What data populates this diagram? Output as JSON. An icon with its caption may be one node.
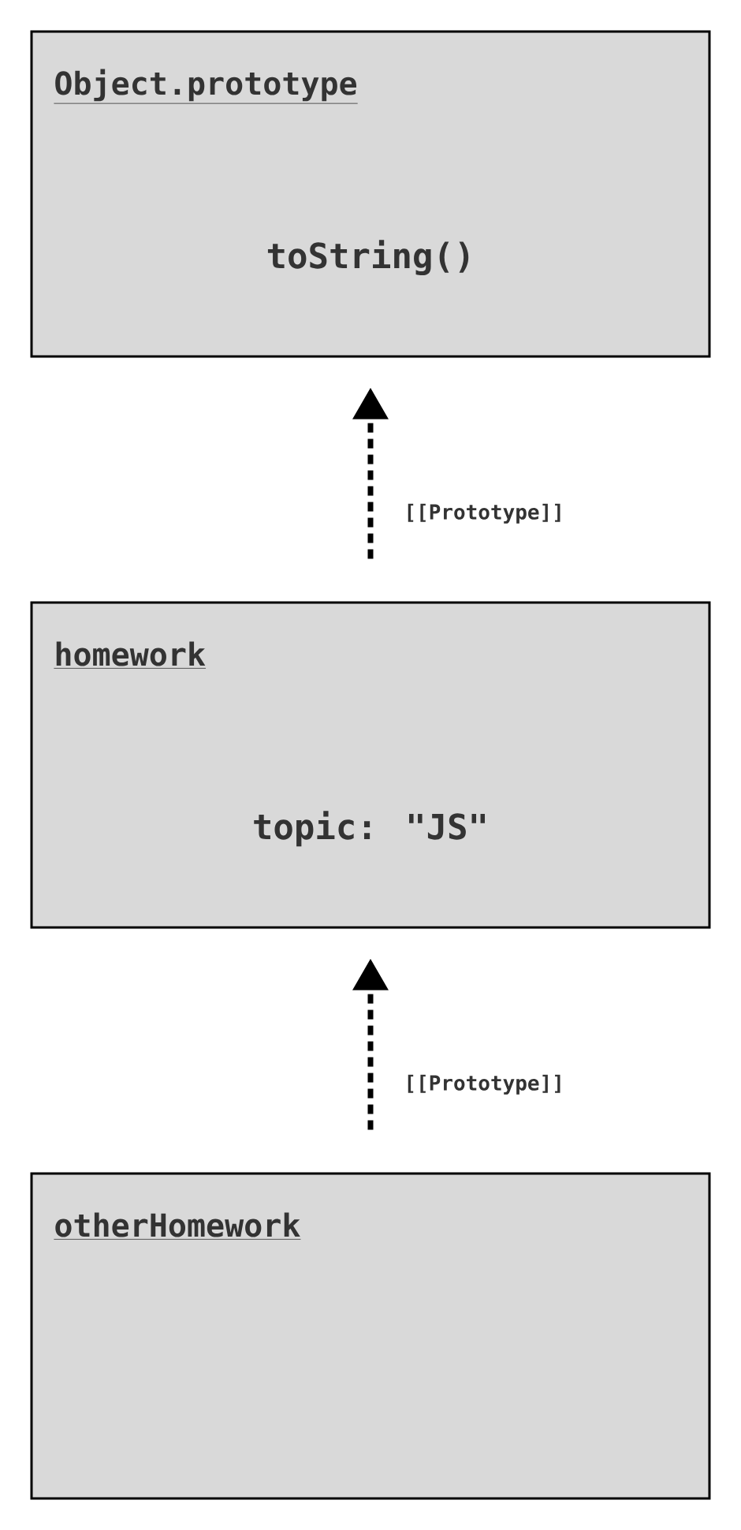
{
  "diagram": {
    "nodes": [
      {
        "text": [
          "Object.prototype",
          "toString()"
        ]
      },
      {
        "text": [
          "homework",
          "topic: \"JS\""
        ]
      },
      {
        "text": [
          "otherHomework"
        ]
      }
    ],
    "edges": [
      {
        "from": 1,
        "to": 0,
        "arrow": "to",
        "style": "dashed",
        "label": "[[Prototype]]"
      },
      {
        "from": 2,
        "to": 1,
        "arrow": "to",
        "style": "dashed",
        "label": "[[Prototype]]"
      }
    ]
  }
}
